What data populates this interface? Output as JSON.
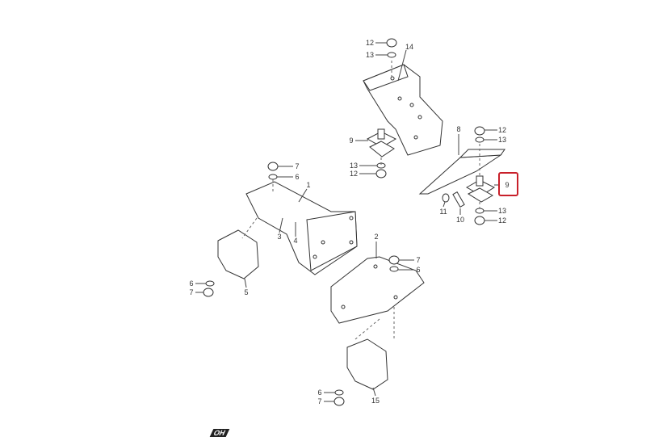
{
  "diagram": {
    "highlight_color": "#c8202a",
    "logo_text": "OH",
    "callouts": [
      "12",
      "14",
      "13",
      "9",
      "13",
      "12",
      "8",
      "12",
      "13",
      "9",
      "11",
      "10",
      "13",
      "12",
      "7",
      "6",
      "1",
      "3",
      "4",
      "5",
      "6",
      "7",
      "2",
      "7",
      "6",
      "6",
      "7",
      "15"
    ],
    "highlighted_callout": "9"
  }
}
